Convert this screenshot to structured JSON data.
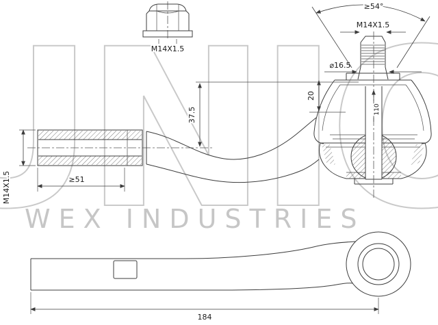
{
  "colors": {
    "line": "#3c3c3c",
    "watermark_outline": "#c9c9c9",
    "watermark_text": "#c6c6c6"
  },
  "watermark": {
    "brand": "UNIO",
    "subtitle": "WEX INDUSTRIES"
  },
  "nut_view": {
    "thread_label": "M14X1.5"
  },
  "main_view": {
    "angle_label": "≥54°",
    "stud_thread_label": "M14X1.5",
    "taper_diameter_label": "⌀16.5",
    "taper_length_label": "20",
    "height_label": "37.5",
    "stud_height_label": "110",
    "rod_thread_label": "M14X1.5",
    "thread_length_label": "≥51"
  },
  "bottom_view": {
    "overall_length_label": "184"
  }
}
